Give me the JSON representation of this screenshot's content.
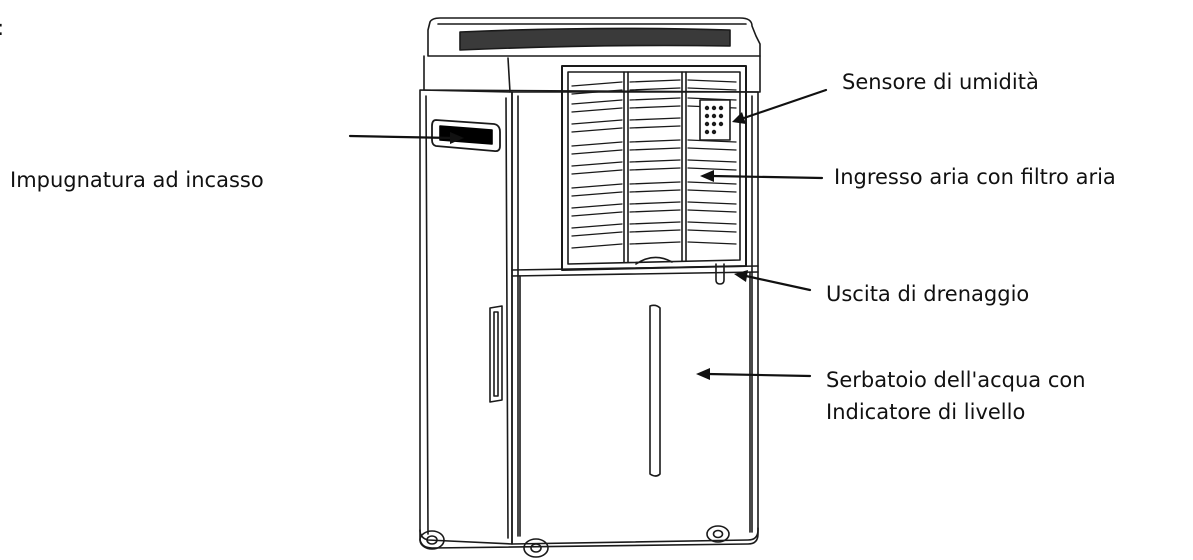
{
  "fragment_text": ":",
  "labels": {
    "grip": "Impugnatura ad incasso",
    "humidity_sensor": "Sensore di umidità",
    "air_inlet": "Ingresso aria con filtro aria",
    "drain_outlet": "Uscita di drenaggio",
    "tank_line1": "Serbatoio dell'acqua con",
    "tank_line2": "Indicatore di livello"
  }
}
